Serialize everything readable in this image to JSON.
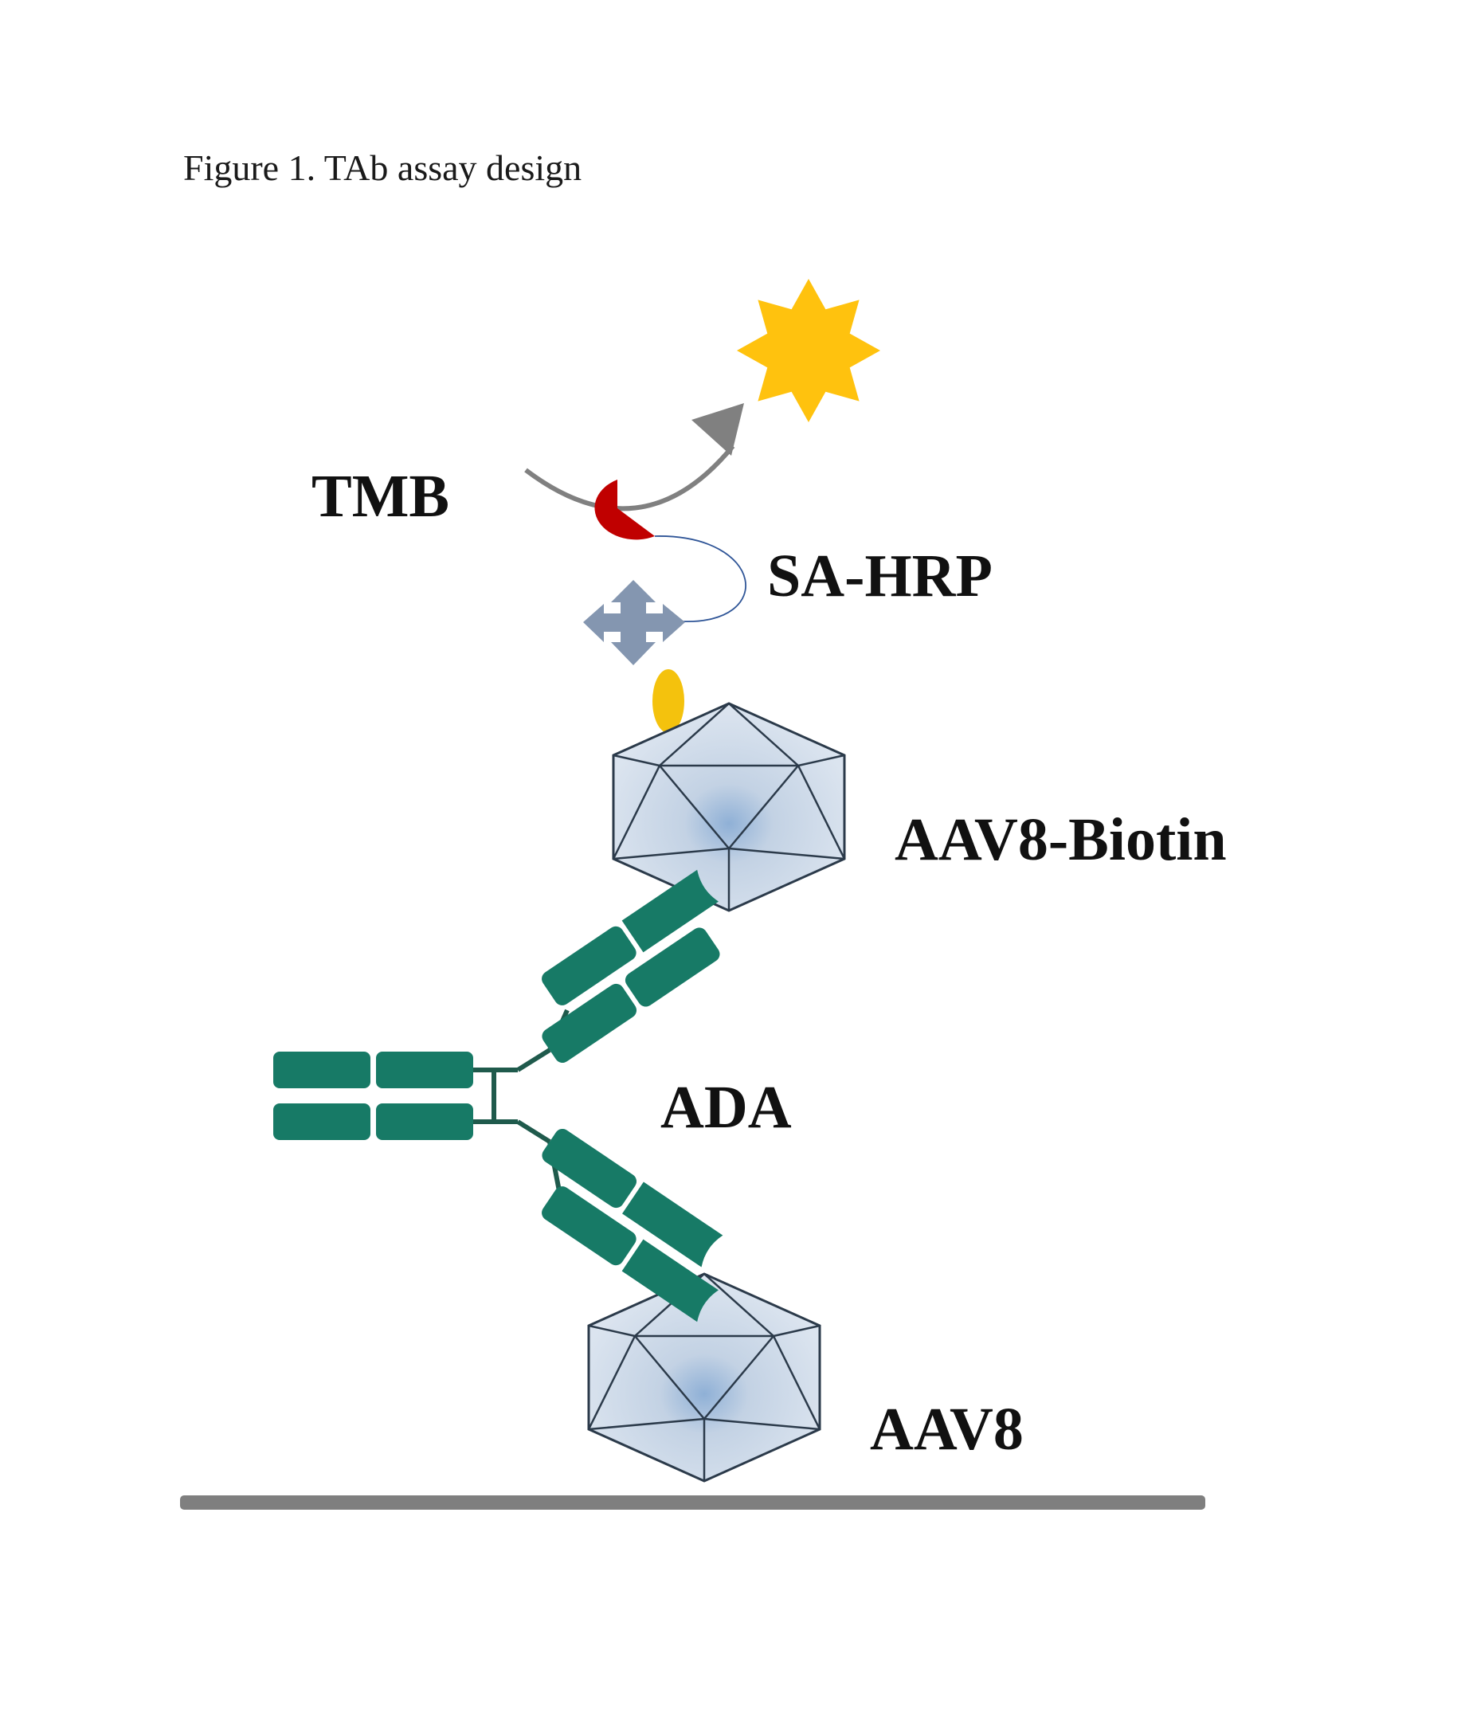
{
  "caption": "Figure 1. TAb assay design",
  "labels": {
    "tmb": "TMB",
    "sa_hrp": "SA-HRP",
    "aav8_biotin": "AAV8-Biotin",
    "ada": "ADA",
    "aav8": "AAV8"
  },
  "colors": {
    "antibody": "#177a66",
    "antibody_hinge": "#1f5a4c",
    "capsid_fill": "#c9d6e6",
    "capsid_stroke": "#2b3a4a",
    "biotin": "#f4c20d",
    "product_star": "#ffc20e",
    "hrp": "#c00000",
    "streptavidin": "#8496b0",
    "arrow": "#808080",
    "plate": "#7f7f7f",
    "linker": "#2f5597"
  },
  "icons": {
    "product": "starburst-icon",
    "reaction": "curved-arrow-icon",
    "hrp": "pacman-enzyme-icon",
    "streptavidin": "four-way-arrow-icon",
    "biotin": "ellipse-icon",
    "capsid": "icosahedron-icon",
    "antibody": "y-antibody-icon",
    "plate": "plate-surface-icon"
  }
}
